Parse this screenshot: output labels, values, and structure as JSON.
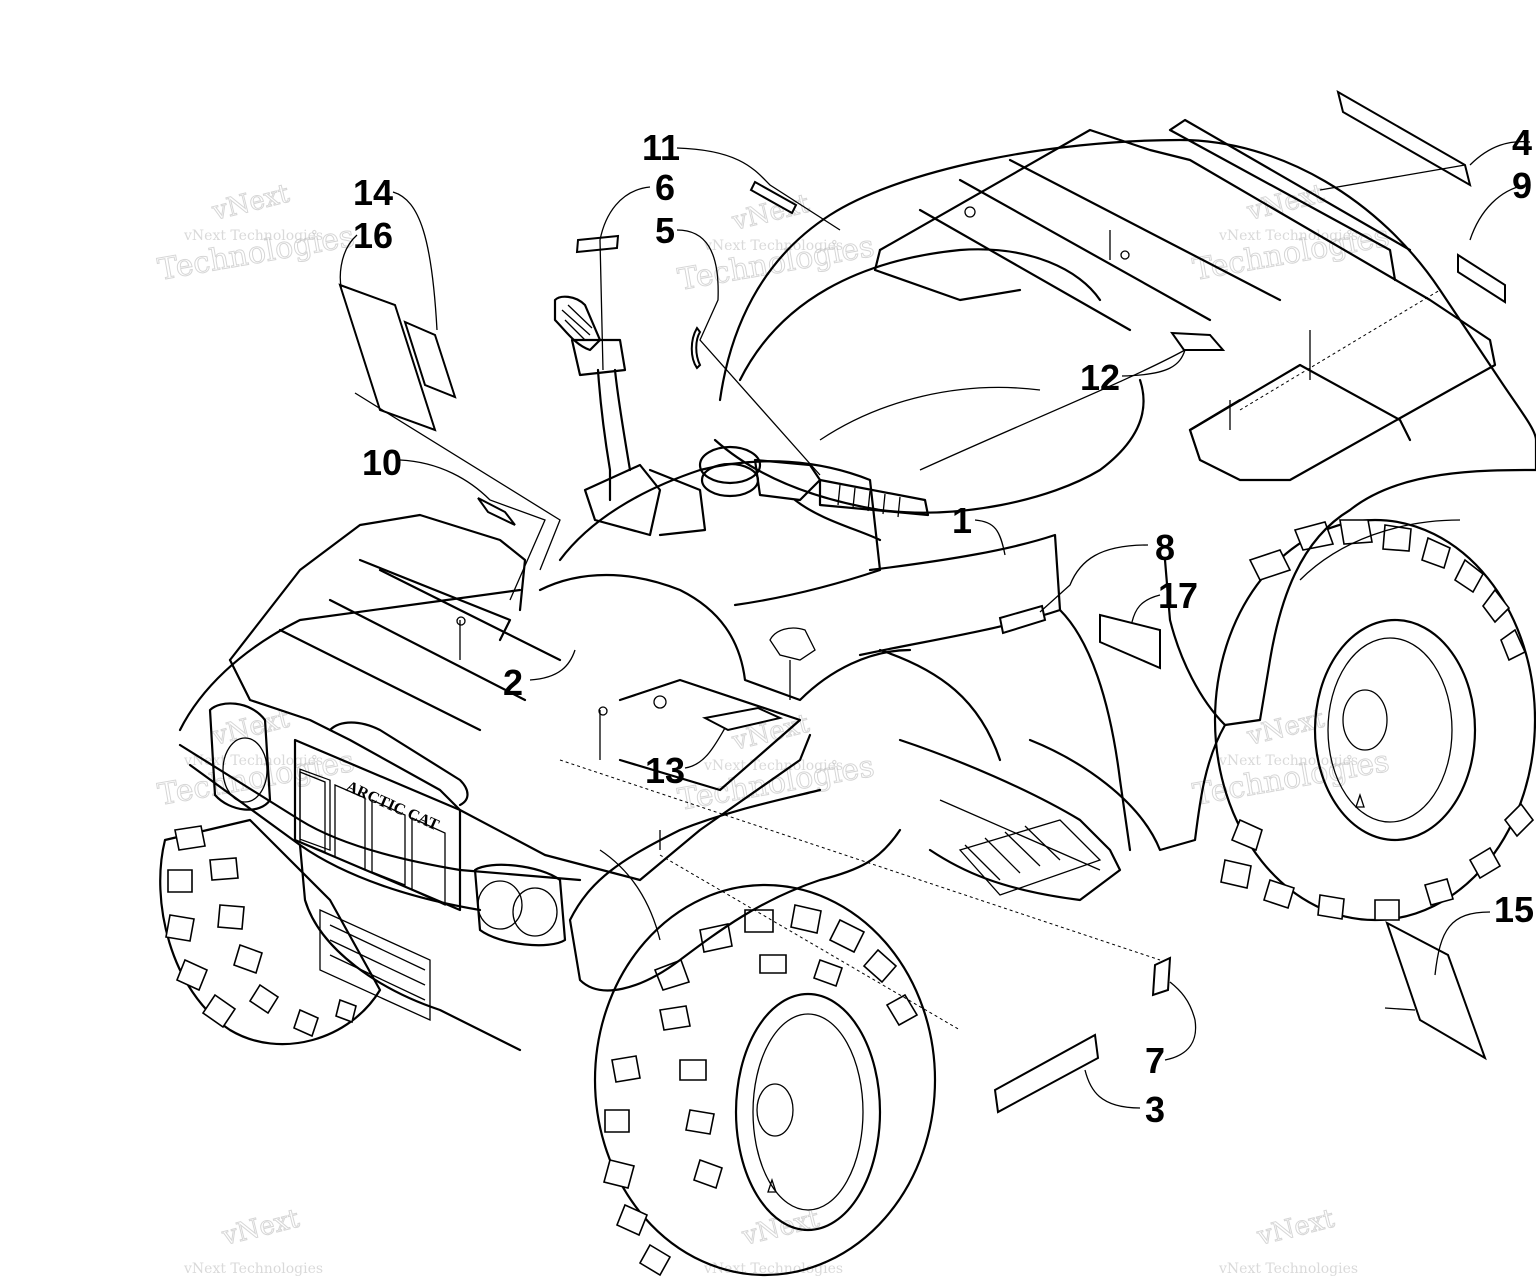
{
  "callouts": {
    "c1": "1",
    "c2": "2",
    "c3": "3",
    "c4": "4",
    "c5": "5",
    "c6": "6",
    "c7": "7",
    "c8": "8",
    "c9": "9",
    "c10": "10",
    "c11": "11",
    "c12": "12",
    "c13": "13",
    "c14": "14",
    "c15": "15",
    "c16": "16",
    "c17": "17"
  },
  "brand_mark": "ARCTIC CAT",
  "watermark": {
    "line1": "vNext",
    "line2": "vNext Technologies",
    "line3": "Technologies"
  }
}
